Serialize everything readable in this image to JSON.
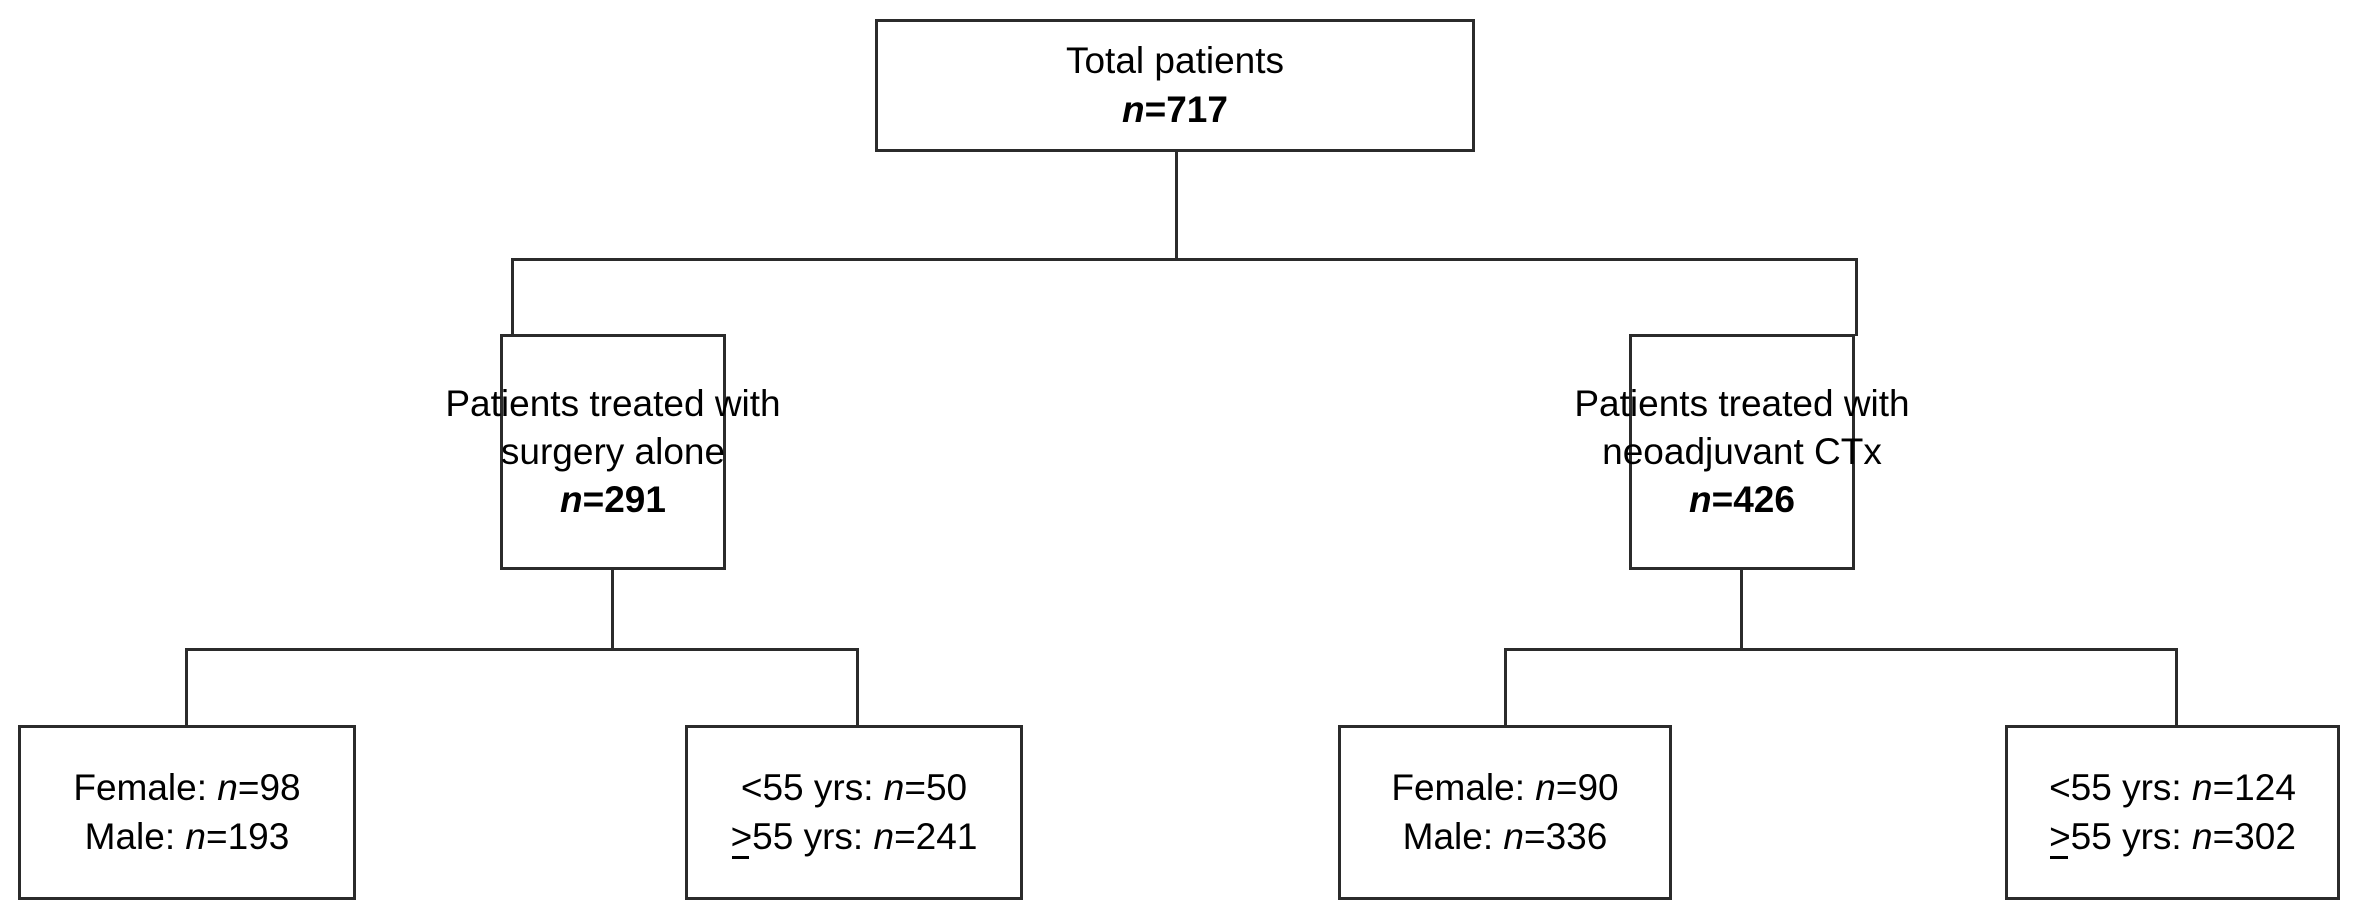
{
  "diagram": {
    "title": "Patient cohort flow diagram",
    "type": "flowchart-tree",
    "background_color": "#ffffff",
    "line_color": "#2b2b2b",
    "text_color": "#000000"
  },
  "root": {
    "label": "Total patients",
    "n_symbol": "n",
    "n_value": "=717",
    "n_text": "n=717",
    "count": 717
  },
  "branches": [
    {
      "id": "surgery-alone",
      "label_line1": "Patients treated with",
      "label_line2": "surgery alone",
      "n_symbol": "n",
      "n_value": "=291",
      "n_text": "n=291",
      "count": 291,
      "leaves": [
        {
          "id": "sex-surgery",
          "row1_prefix": "Female: ",
          "row1_symbol": "n",
          "row1_value": "=98",
          "row1_text": "Female: n=98",
          "row2_prefix": "Male: ",
          "row2_symbol": "n",
          "row2_value": "=193",
          "row2_text": "Male: n=193",
          "female": 98,
          "male": 193
        },
        {
          "id": "age-surgery",
          "row1_prefix": "<55 yrs: ",
          "row1_symbol": "n",
          "row1_value": "=50",
          "row1_text": "<55 yrs: n=50",
          "row2_gte": ">",
          "row2_prefix": "55 yrs: ",
          "row2_symbol": "n",
          "row2_value": "=241",
          "row2_text": "≥55 yrs: n=241",
          "under55": 50,
          "over55": 241
        }
      ]
    },
    {
      "id": "neoadjuvant-ctx",
      "label_line1": "Patients treated with",
      "label_line2": "neoadjuvant CTx",
      "n_symbol": "n",
      "n_value": "=426",
      "n_text": "n=426",
      "count": 426,
      "leaves": [
        {
          "id": "sex-ctx",
          "row1_prefix": "Female: ",
          "row1_symbol": "n",
          "row1_value": "=90",
          "row1_text": "Female: n=90",
          "row2_prefix": "Male: ",
          "row2_symbol": "n",
          "row2_value": "=336",
          "row2_text": "Male: n=336",
          "female": 90,
          "male": 336
        },
        {
          "id": "age-ctx",
          "row1_prefix": "<55 yrs: ",
          "row1_symbol": "n",
          "row1_value": "=124",
          "row1_text": "<55 yrs: n=124",
          "row2_gte": ">",
          "row2_prefix": "55 yrs: ",
          "row2_symbol": "n",
          "row2_value": "=302",
          "row2_text": "≥55 yrs: n=302",
          "under55": 124,
          "over55": 302
        }
      ]
    }
  ]
}
